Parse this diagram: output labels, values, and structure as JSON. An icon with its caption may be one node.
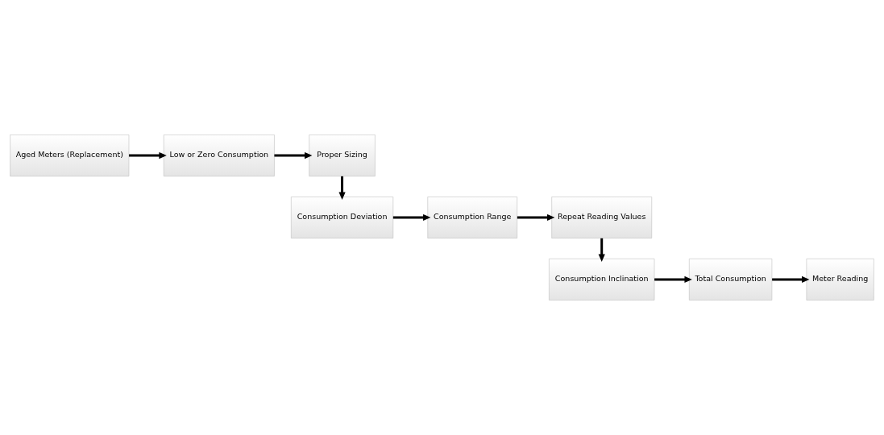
{
  "diagram": {
    "nodes": [
      {
        "text": [
          "Aged Meters (Replacement)"
        ]
      },
      {
        "text": [
          "Low or Zero Consumption"
        ]
      },
      {
        "text": [
          "Proper Sizing"
        ]
      },
      {
        "text": [
          "Consumption Deviation"
        ]
      },
      {
        "text": [
          "Consumption Range"
        ]
      },
      {
        "text": [
          "Repeat Reading Values"
        ]
      },
      {
        "text": [
          "Consumption Inclination"
        ]
      },
      {
        "text": [
          "Total Consumption"
        ]
      },
      {
        "text": [
          "Meter Reading"
        ]
      }
    ],
    "edges": [
      {
        "from": 0,
        "to": 1,
        "arrow": "to"
      },
      {
        "from": 1,
        "to": 2,
        "arrow": "to"
      },
      {
        "from": 2,
        "to": 3,
        "arrow": "to"
      },
      {
        "from": 3,
        "to": 4,
        "arrow": "to"
      },
      {
        "from": 4,
        "to": 5,
        "arrow": "to"
      },
      {
        "from": 5,
        "to": 6,
        "arrow": "to"
      },
      {
        "from": 6,
        "to": 7,
        "arrow": "to"
      },
      {
        "from": 7,
        "to": 8,
        "arrow": "to"
      }
    ]
  }
}
